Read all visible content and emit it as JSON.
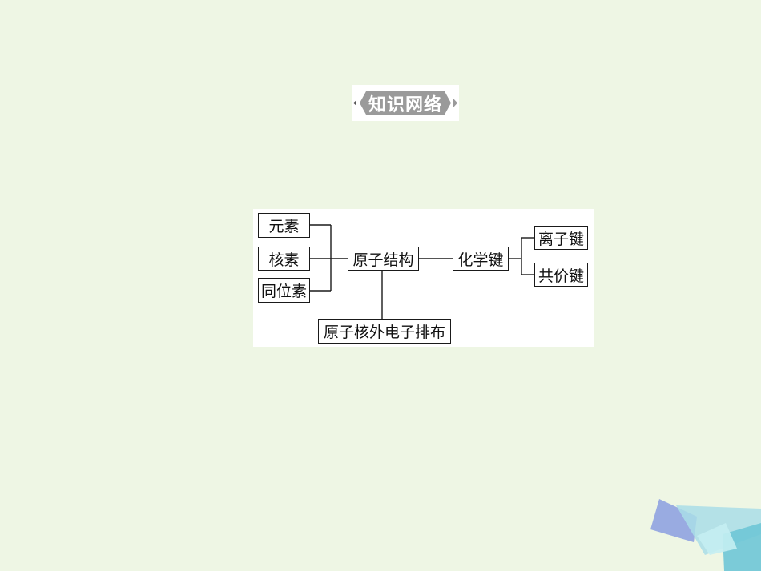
{
  "slide": {
    "background_color": "#eef6e4"
  },
  "header": {
    "title": "知识网络",
    "banner_color": "#9a9a9a"
  },
  "diagram": {
    "nodes": {
      "element": "元素",
      "nuclide": "核素",
      "isotope": "同位素",
      "atomic_structure": "原子结构",
      "chemical_bond": "化学键",
      "ionic_bond": "离子键",
      "covalent_bond": "共价键",
      "electron_configuration": "原子核外电子排布"
    },
    "edges": [
      [
        "element",
        "atomic_structure"
      ],
      [
        "nuclide",
        "atomic_structure"
      ],
      [
        "isotope",
        "atomic_structure"
      ],
      [
        "atomic_structure",
        "chemical_bond"
      ],
      [
        "chemical_bond",
        "ionic_bond"
      ],
      [
        "chemical_bond",
        "covalent_bond"
      ],
      [
        "atomic_structure",
        "electron_configuration"
      ]
    ]
  },
  "decoration": {
    "colors": [
      "#8fa3e0",
      "#a9dde8",
      "#6ec7d6",
      "#c4eef2"
    ]
  }
}
